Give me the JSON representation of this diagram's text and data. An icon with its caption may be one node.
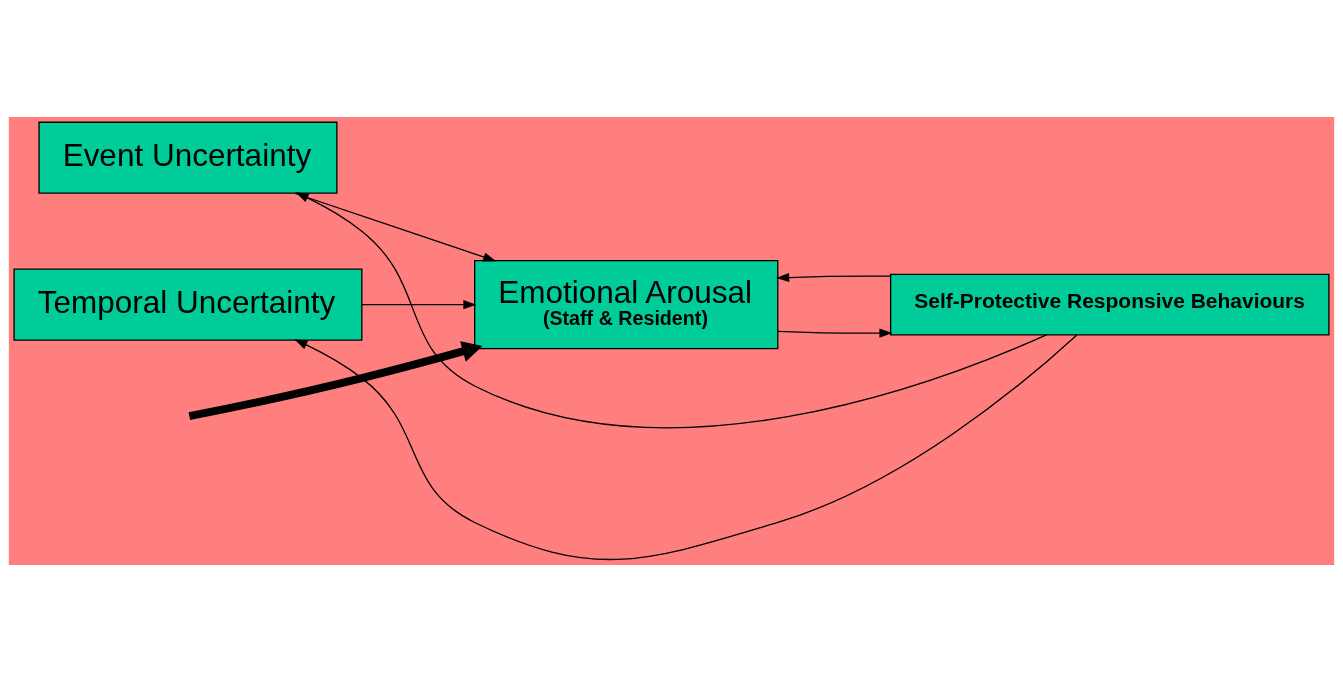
{
  "diagram": {
    "nodes": [
      {
        "text": [
          "Event Uncertainty"
        ]
      },
      {
        "text": [
          "Temporal Uncertainty"
        ]
      },
      {
        "text": [
          "Emotional Arousal",
          "(Staff & Resident)"
        ]
      },
      {
        "text": [
          "Self-Protective Responsive Behaviours"
        ]
      }
    ],
    "edges": [
      {
        "from": 0,
        "to": 2,
        "arrow": "to"
      },
      {
        "from": 1,
        "to": 2,
        "arrow": "to"
      },
      {
        "from": 2,
        "to": 3,
        "arrow": "to"
      },
      {
        "from": 3,
        "to": 2,
        "arrow": "to"
      },
      {
        "from": 3,
        "to": 0,
        "arrow": "to"
      },
      {
        "from": 3,
        "to": 1,
        "arrow": "to"
      },
      {
        "from": null,
        "to": 2,
        "arrow": "to",
        "style": "thick"
      }
    ]
  }
}
